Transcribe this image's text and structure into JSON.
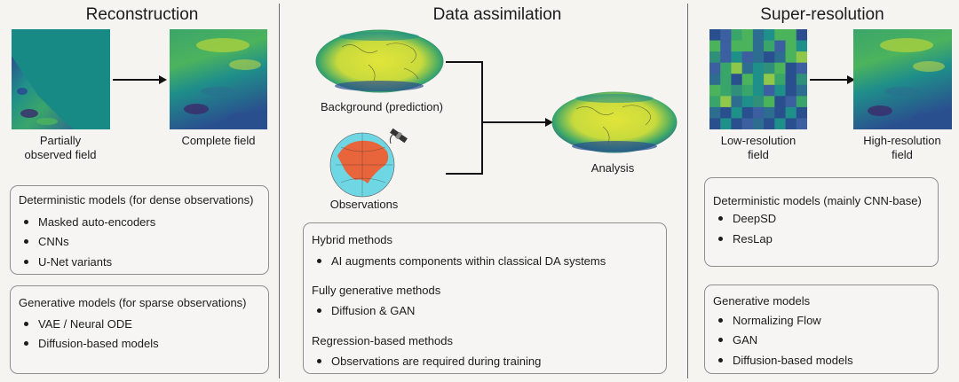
{
  "panels": {
    "reconstruction": {
      "title": "Reconstruction",
      "caption_left": [
        "Partially",
        "observed field"
      ],
      "caption_right": "Complete field",
      "box1": {
        "heading": "Deterministic models (for dense observations)",
        "items": [
          "Masked auto-encoders",
          "CNNs",
          "U-Net variants"
        ]
      },
      "box2": {
        "heading": "Generative models (for sparse observations)",
        "items": [
          "VAE / Neural ODE",
          "Diffusion-based models"
        ]
      }
    },
    "assimilation": {
      "title": "Data assimilation",
      "caption_background": "Background (prediction)",
      "caption_observations": "Observations",
      "caption_analysis": "Analysis",
      "box": {
        "sections": [
          {
            "heading": "Hybrid methods",
            "item": "AI augments components within classical DA systems"
          },
          {
            "heading": "Fully generative methods",
            "item": "Diffusion & GAN"
          },
          {
            "heading": "Regression-based methods",
            "item": "Observations are required during training"
          }
        ]
      }
    },
    "superres": {
      "title": "Super-resolution",
      "caption_left": [
        "Low-resolution",
        "field"
      ],
      "caption_right": [
        "High-resolution",
        "field"
      ],
      "box1": {
        "heading": "Deterministic models (mainly CNN-base)",
        "items": [
          "DeepSD",
          "ResLap"
        ]
      },
      "box2": {
        "heading": "Generative models",
        "items": [
          "Normalizing Flow",
          "GAN",
          "Diffusion-based models"
        ]
      }
    }
  },
  "colors": {
    "field_teal": "#1f8f8a",
    "field_green": "#3aa56a",
    "field_yellow": "#d9df3a",
    "field_blue": "#2a4f8f",
    "field_purple": "#3b2a6b",
    "ocean_cyan": "#6fd6e3",
    "land_orange": "#e8643a"
  },
  "icons": [
    "satellite-icon",
    "globe-icon",
    "arrow-icon"
  ]
}
